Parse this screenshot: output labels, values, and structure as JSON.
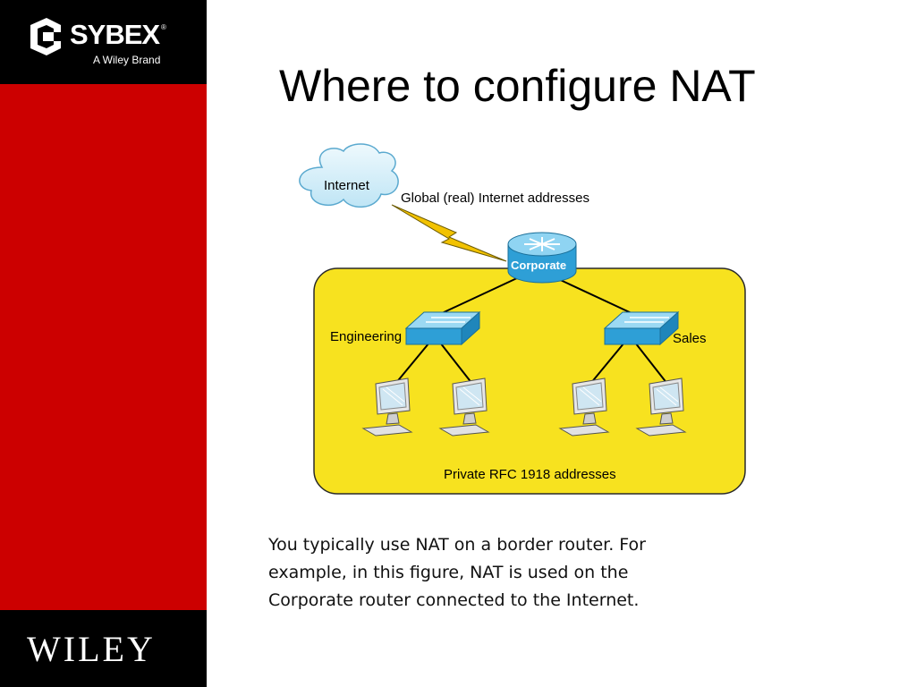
{
  "branding": {
    "sybex_word": "SYBEX",
    "sybex_reg": "®",
    "sybex_tagline": "A Wiley Brand",
    "wiley_logo": "WILEY",
    "colors": {
      "band": "#cc0000",
      "blocks": "#000000"
    }
  },
  "slide": {
    "title": "Where to configure NAT",
    "body": "You typically use NAT on a border router. For example, in this figure, NAT is used on the Corporate router connected to the Internet."
  },
  "diagram": {
    "cloud_label": "Internet",
    "global_label": "Global (real) Internet addresses",
    "router_label": "Corporate",
    "switch_left_label": "Engineering",
    "switch_right_label": "Sales",
    "private_label": "Private RFC 1918 addresses",
    "colors": {
      "private_zone": "#f7e21f",
      "cloud": "#d9f0fa",
      "device": "#49b6e6",
      "lightning": "#f2c200"
    },
    "icons": [
      "cloud-icon",
      "lightning-icon",
      "router-icon",
      "switch-icon",
      "workstation-icon"
    ]
  }
}
